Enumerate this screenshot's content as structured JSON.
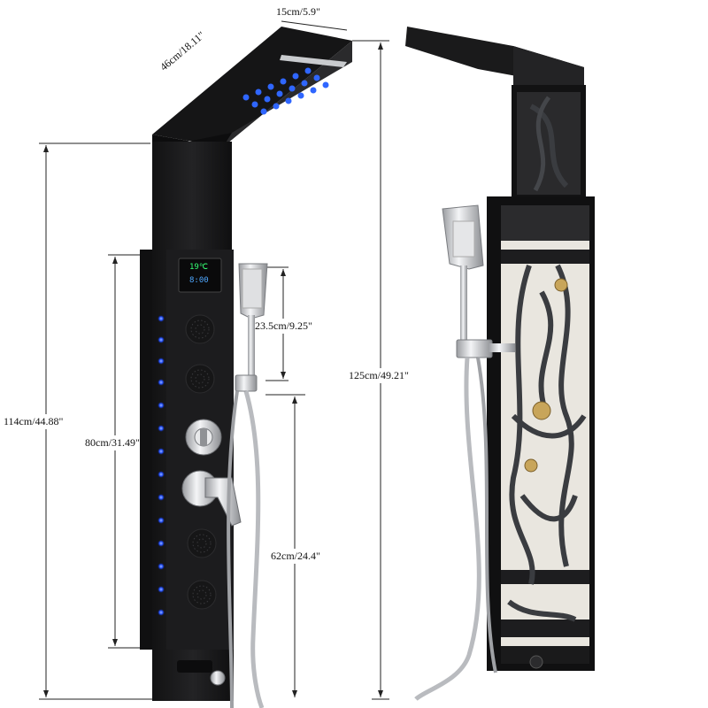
{
  "dimensions": {
    "head_width": "15cm/5.9\"",
    "head_length": "46cm/18.11\"",
    "handheld": "23.5cm/9.25\"",
    "total_height": "125cm/49.21\"",
    "height_114": "114cm/44.88\"",
    "panel_height": "80cm/31.49\"",
    "lower_height": "62cm/24.4\""
  },
  "display": {
    "temperature": "19℃",
    "clock": "8:00"
  },
  "colors": {
    "panel": "#1b1b1c",
    "panel_edge": "#2e2e30",
    "led": "#1f4cff",
    "chrome": "#d9dadd",
    "hose": "#b9bbbf",
    "inner": "#e9e6df",
    "pipe": "#3a3c40"
  }
}
